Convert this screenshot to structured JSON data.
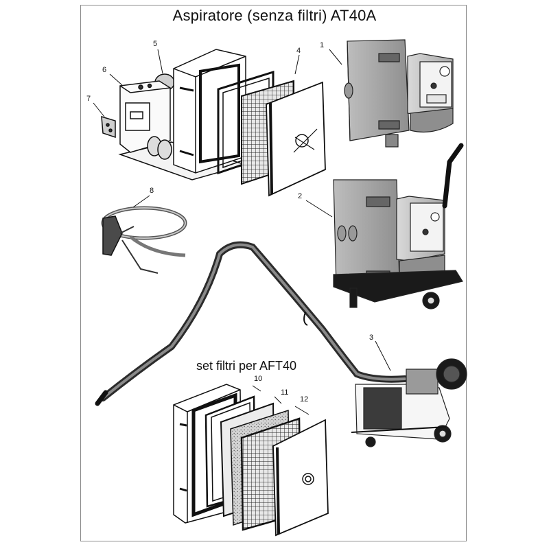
{
  "title": "Aspiratore (senza filtri) AT40A",
  "filter_set_label": "set filtri per AFT40",
  "callouts": [
    "1",
    "2",
    "3",
    "4",
    "5",
    "6",
    "7",
    "8",
    "10",
    "11",
    "12"
  ]
}
